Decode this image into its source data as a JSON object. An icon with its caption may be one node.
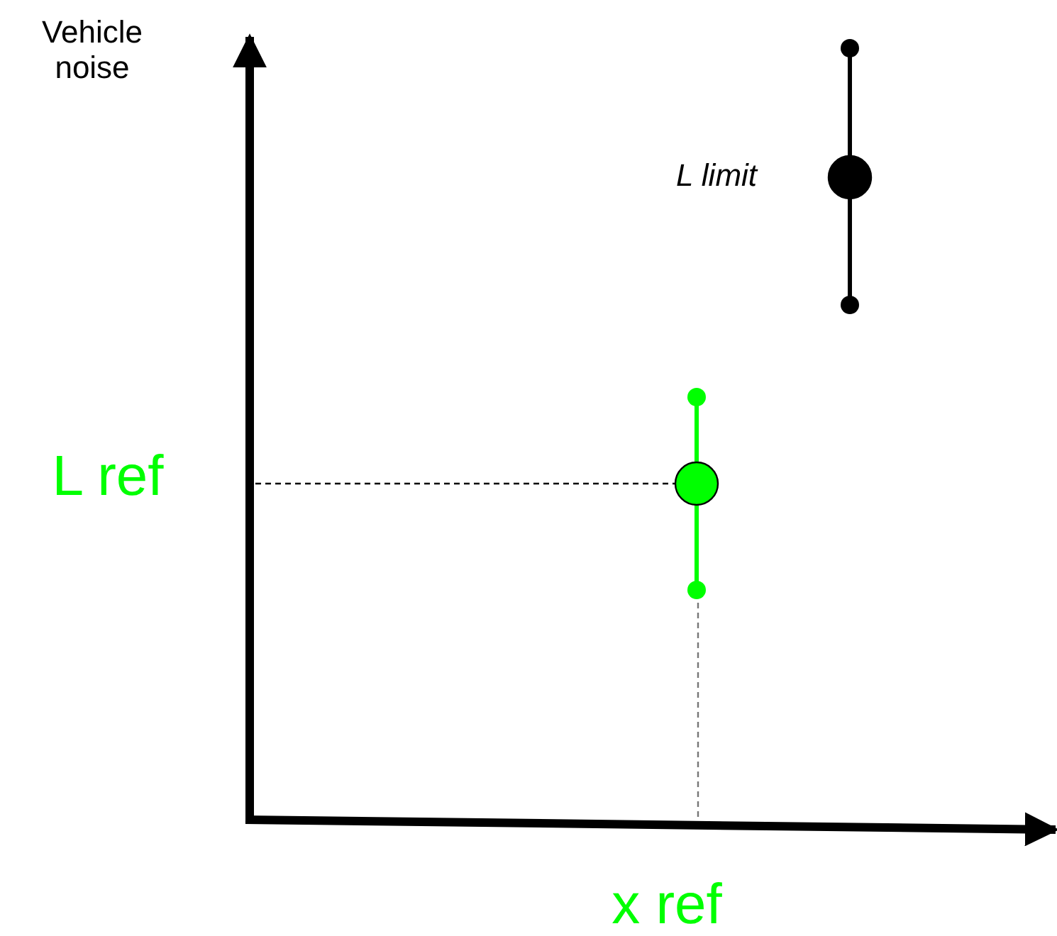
{
  "diagram": {
    "labels": [
      "Vehicle noise",
      "L limit",
      "L ref",
      "x ref"
    ]
  }
}
